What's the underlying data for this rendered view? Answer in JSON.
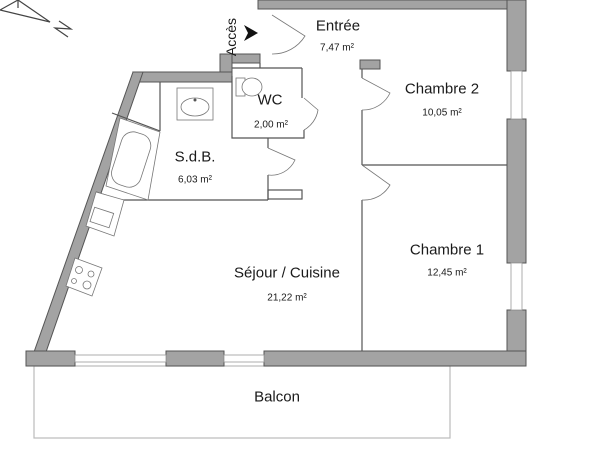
{
  "plan": {
    "access_label": "Accès",
    "compass_label": "N",
    "wall_color": "#a3a3a3",
    "rooms": [
      {
        "id": "entree",
        "name": "Entrée",
        "area": "7,47 m²"
      },
      {
        "id": "wc",
        "name": "WC",
        "area": "2,00 m²"
      },
      {
        "id": "sdb",
        "name": "S.d.B.",
        "area": "6,03 m²"
      },
      {
        "id": "chambre2",
        "name": "Chambre 2",
        "area": "10,05 m²"
      },
      {
        "id": "chambre1",
        "name": "Chambre 1",
        "area": "12,45 m²"
      },
      {
        "id": "sejour",
        "name": "Séjour / Cuisine",
        "area": "21,22 m²"
      },
      {
        "id": "balcon",
        "name": "Balcon",
        "area": ""
      }
    ]
  }
}
